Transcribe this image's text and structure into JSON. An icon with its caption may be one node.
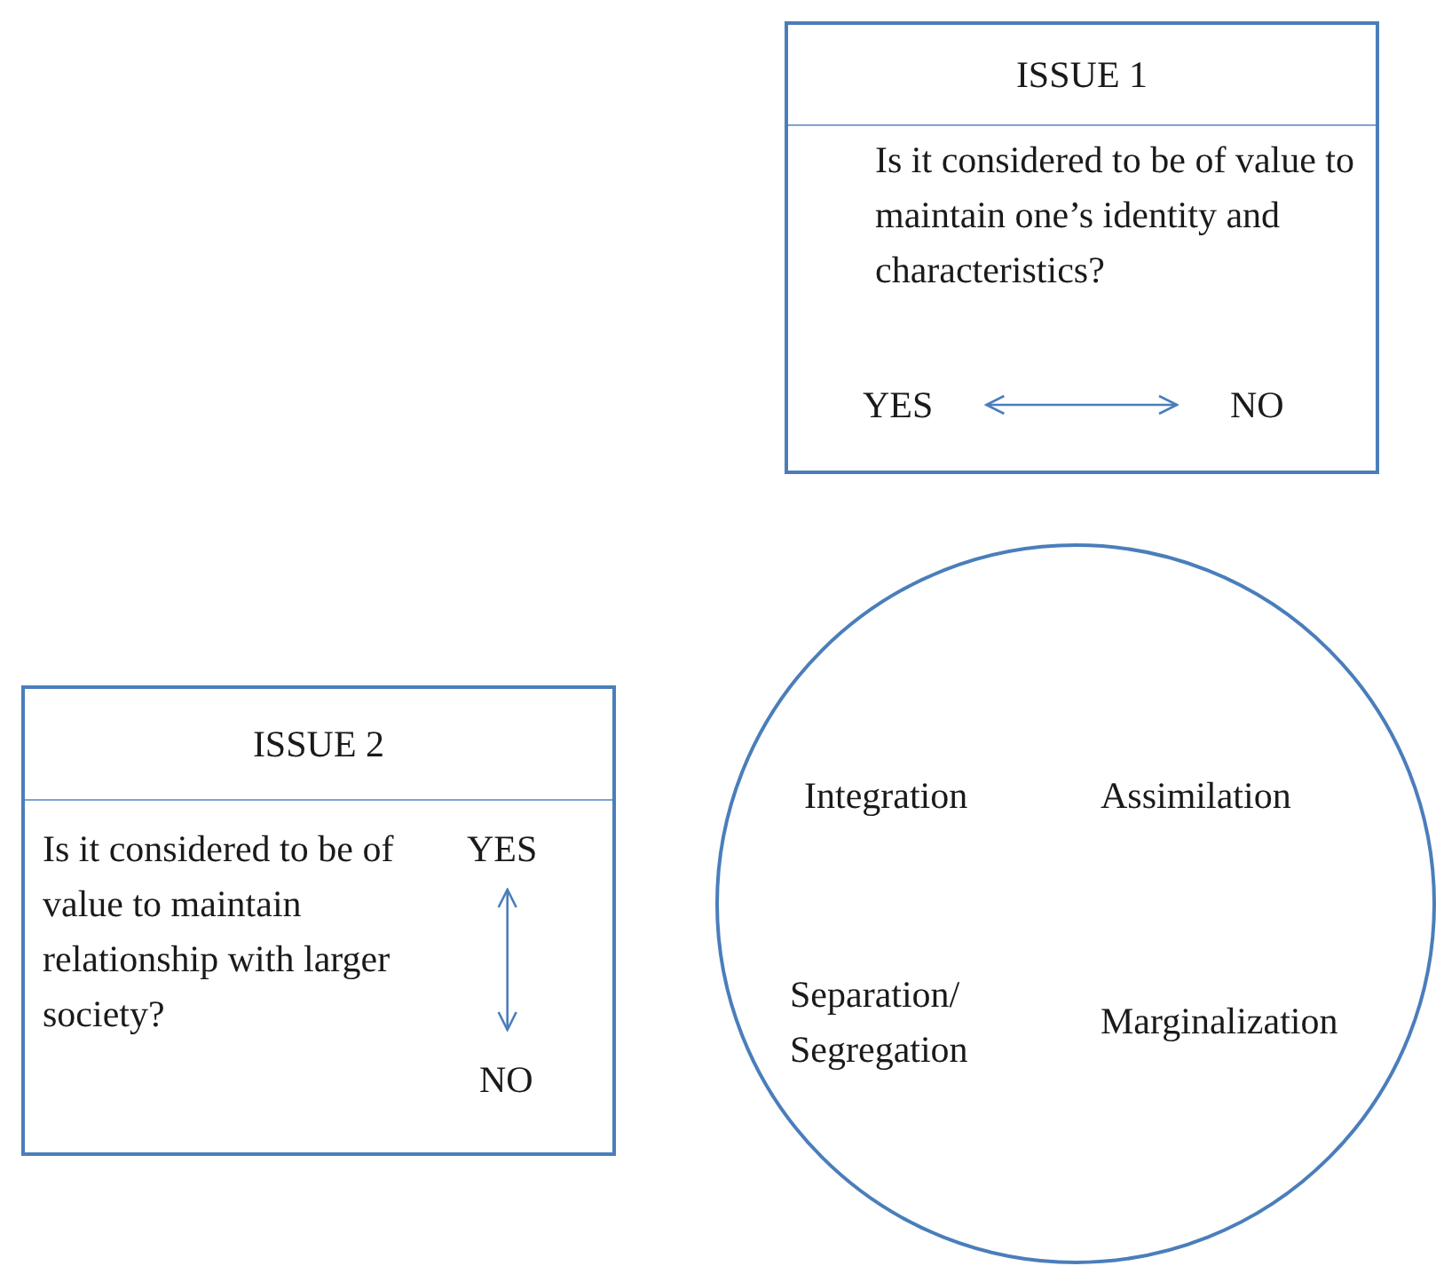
{
  "diagram": {
    "nodes": [
      {
        "text": [
          "ISSUE 1",
          "Is it considered to be of value to maintain one’s identity and characteristics?"
        ]
      },
      {
        "text": [
          "YES"
        ],
        "in": 0
      },
      {
        "text": [
          "NO"
        ],
        "in": 0
      },
      {
        "text": [
          "ISSUE 2",
          "Is it considered to be of value to maintain relationship with larger society?"
        ]
      },
      {
        "text": [
          "YES"
        ],
        "in": 3
      },
      {
        "text": [
          "NO"
        ],
        "in": 3
      },
      {
        "text": [
          "Integration",
          "Assimilation",
          "Separation/ Segregation",
          "Marginalization"
        ]
      }
    ],
    "edges": [
      {
        "from": 1,
        "to": 2,
        "arrow": "both"
      },
      {
        "from": 4,
        "to": 5,
        "arrow": "both"
      }
    ]
  }
}
